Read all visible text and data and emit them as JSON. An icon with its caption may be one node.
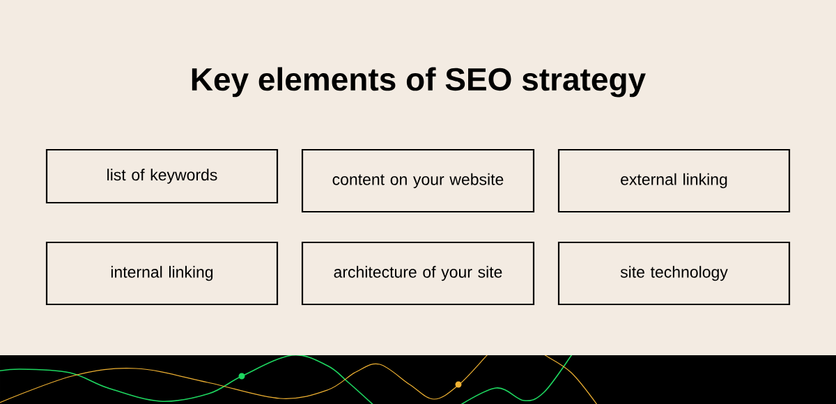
{
  "diagram": {
    "title": "Key elements of SEO strategy",
    "nodes": [
      {
        "text": [
          "list of keywords"
        ]
      },
      {
        "text": [
          "content on your website"
        ]
      },
      {
        "text": [
          "external linking"
        ]
      },
      {
        "text": [
          "internal linking"
        ]
      },
      {
        "text": [
          "architecture of your site"
        ]
      },
      {
        "text": [
          "site technology"
        ]
      }
    ]
  }
}
